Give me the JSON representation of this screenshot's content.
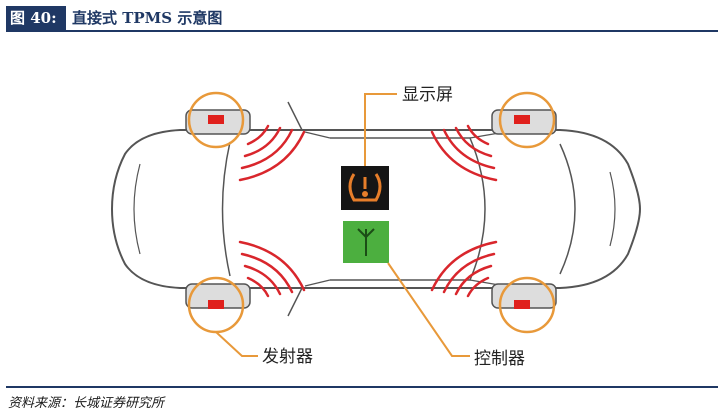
{
  "figure": {
    "tag": "图 40:",
    "title": "直接式 TPMS 示意图"
  },
  "labels": {
    "display": "显示屏",
    "transmitter": "发射器",
    "controller": "控制器"
  },
  "source": "资料来源：长城证券研究所",
  "colors": {
    "brand_navy": "#1f3864",
    "callout_orange": "#e8993a",
    "signal_red": "#d9262c",
    "sensor_red": "#e0201c",
    "display_black": "#151515",
    "display_icon_orange": "#e77e2a",
    "controller_green": "#4caf3f"
  },
  "icons": {
    "display": "tire-pressure-warning-icon",
    "controller": "antenna-icon"
  }
}
